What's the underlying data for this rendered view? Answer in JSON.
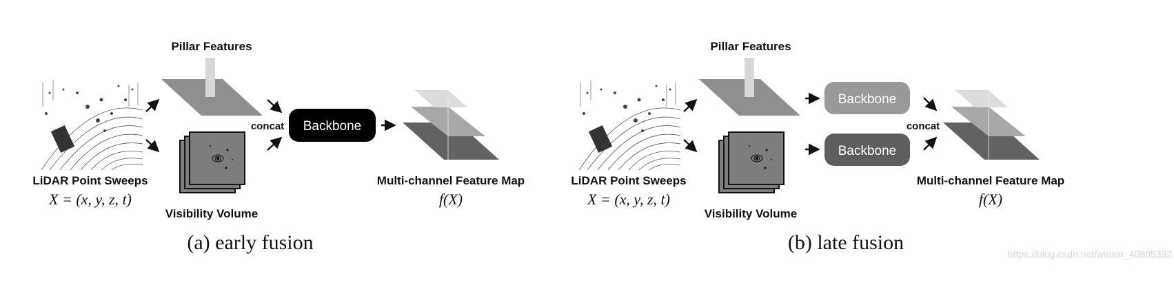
{
  "panels": {
    "early": {
      "pillar_label": "Pillar Features",
      "lidar_label": "LiDAR Point Sweeps",
      "lidar_math": "X = (x, y, z, t)",
      "visibility_label": "Visibility Volume",
      "concat_label": "concat",
      "backbone_label": "Backbone",
      "featuremap_label": "Multi-channel Feature Map",
      "featuremap_math": "f(X)",
      "caption": "(a) early fusion"
    },
    "late": {
      "pillar_label": "Pillar Features",
      "lidar_label": "LiDAR Point Sweeps",
      "lidar_math": "X = (x, y, z, t)",
      "visibility_label": "Visibility Volume",
      "backbone_top_label": "Backbone",
      "backbone_bottom_label": "Backbone",
      "concat_label": "concat",
      "featuremap_label": "Multi-channel Feature Map",
      "featuremap_math": "f(X)",
      "caption": "(b) late fusion"
    }
  },
  "watermark": "https://blog.csdn.net/weixin_40805392",
  "colors": {
    "backbone_early": "#000000",
    "backbone_late_top": "#999999",
    "backbone_late_bottom": "#5e5e5e",
    "pillar_plane": "#8f8f8f",
    "pillar_column": "#d8d8d8",
    "visibility_fill": "#7d7d7d",
    "layer_top": "#dcdcdc",
    "layer_mid": "#a8a8a8",
    "layer_bottom": "#626262"
  }
}
